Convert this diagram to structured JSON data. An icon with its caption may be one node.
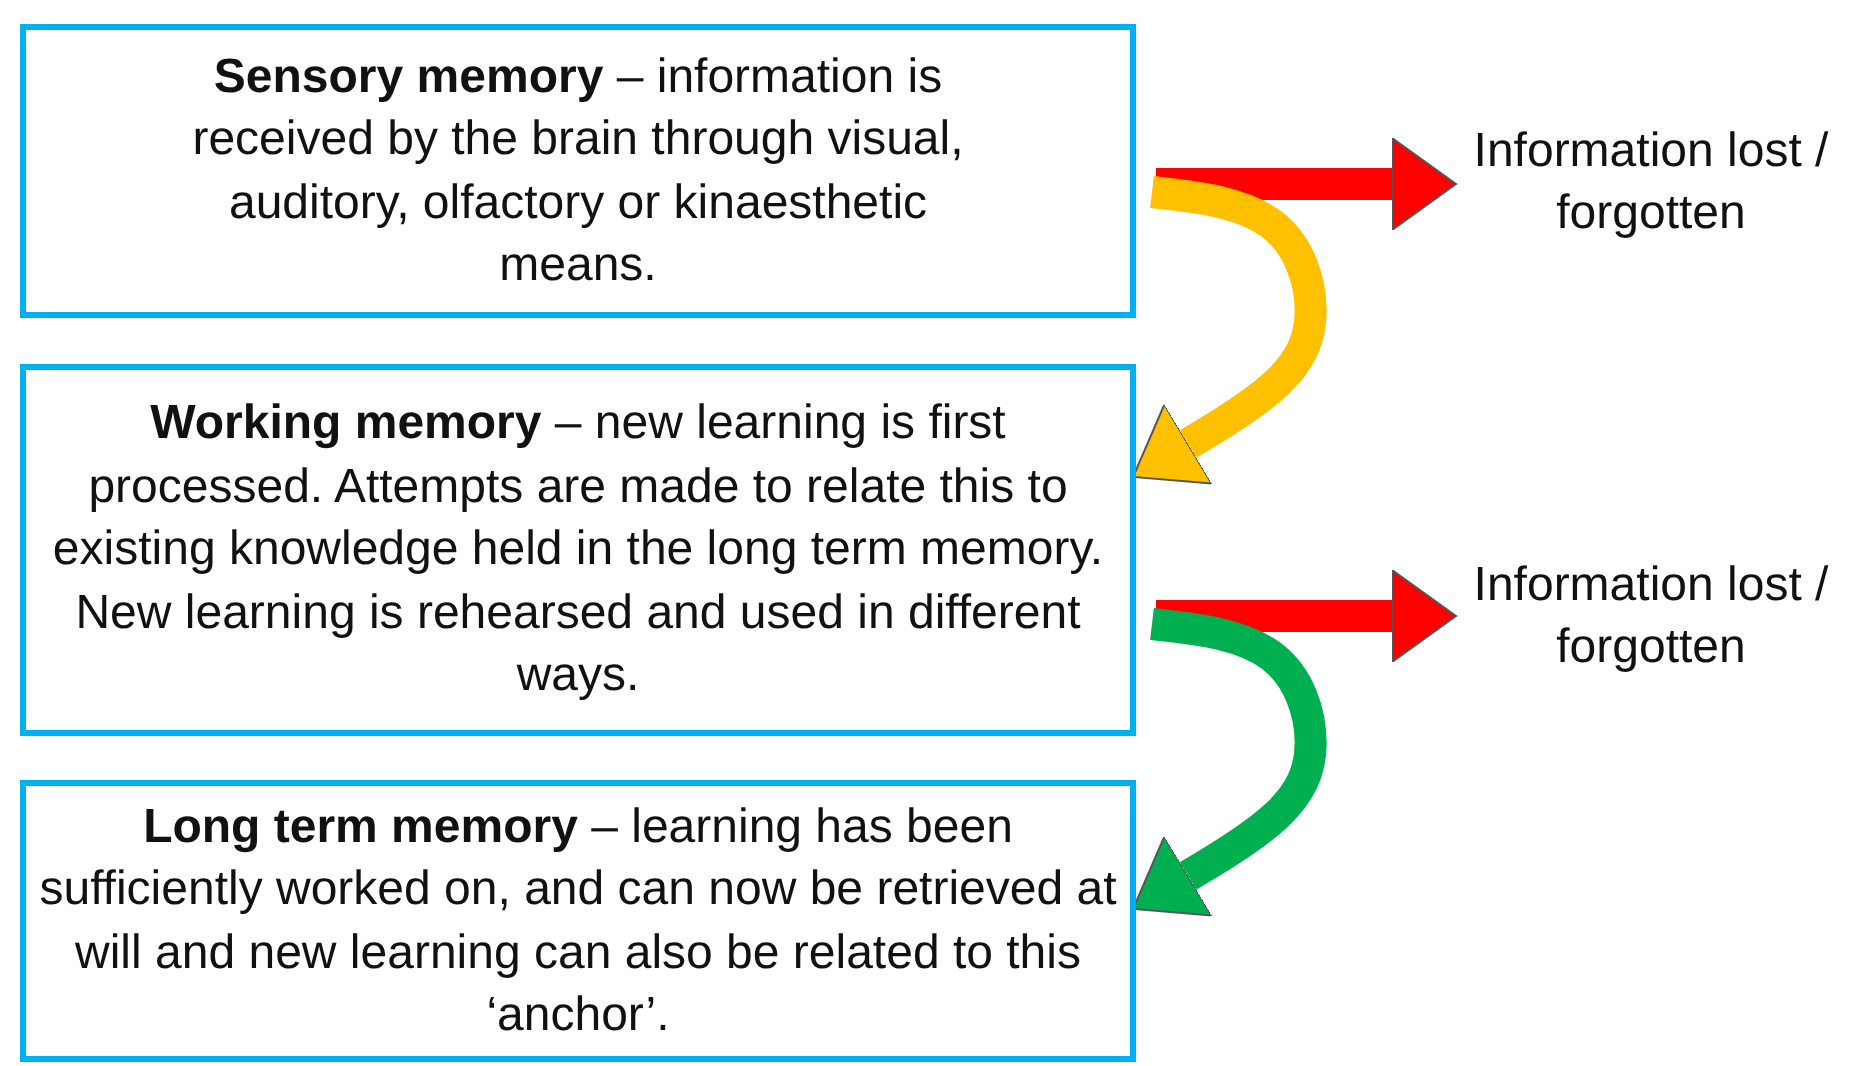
{
  "diagram": {
    "nodes": [
      {
        "text": [
          "**Sensory memory** – information is received by the brain through visual, auditory, olfactory or kinaesthetic means."
        ]
      },
      {
        "text": [
          "**Working memory** – new learning is first processed. Attempts are made to relate this to existing knowledge held in the long term memory. New learning is rehearsed and used in different ways."
        ]
      },
      {
        "text": [
          "**Long term memory** – learning has been sufficiently worked on, and can now be retrieved at will and new learning can also be related to this ‘anchor’."
        ]
      },
      {
        "text": [
          "Information lost / forgotten"
        ]
      },
      {
        "text": [
          "Information lost / forgotten"
        ]
      }
    ],
    "edges": [
      {
        "from": 0,
        "to": 3,
        "arrow": "to",
        "color": "#ff0000"
      },
      {
        "from": 0,
        "to": 1,
        "arrow": "to",
        "color": "#ffc000"
      },
      {
        "from": 1,
        "to": 4,
        "arrow": "to",
        "color": "#ff0000"
      },
      {
        "from": 1,
        "to": 2,
        "arrow": "to",
        "color": "#00b050"
      }
    ]
  }
}
